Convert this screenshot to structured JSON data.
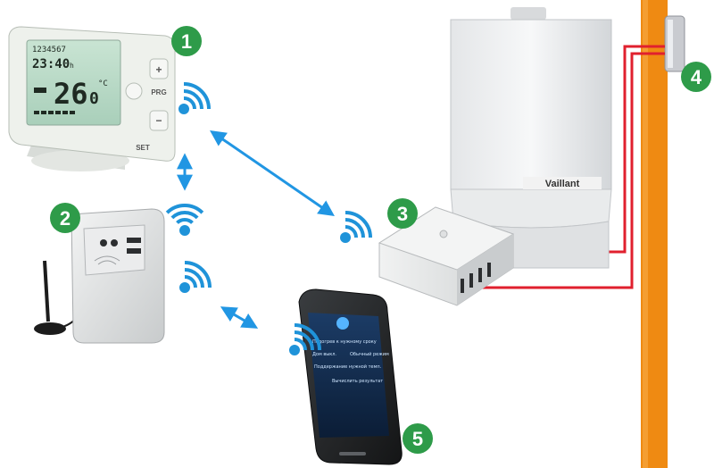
{
  "badges": [
    {
      "id": "1",
      "label": "1"
    },
    {
      "id": "2",
      "label": "2"
    },
    {
      "id": "3",
      "label": "3"
    },
    {
      "id": "4",
      "label": "4"
    },
    {
      "id": "5",
      "label": "5"
    }
  ],
  "thermostat": {
    "days": "1234567",
    "time": "23:40",
    "time_suffix": "h",
    "temperature": "26",
    "temperature_decimal": "0",
    "unit": "°C",
    "buttons": {
      "plus": "+",
      "prog": "PRG",
      "minus": "−",
      "set": "SET"
    }
  },
  "boiler": {
    "brand": "Vaillant"
  },
  "phone": {
    "menu": [
      "Подогрев к нужному сроку",
      "Дом выкл.",
      "Обычный режим",
      "Поддержание нужной темп.",
      "Вычислить результат"
    ]
  },
  "colors": {
    "badge_green": "#2e9b49",
    "wave_blue": "#1f93d9",
    "arrow_blue": "#2196e3",
    "wire_red": "#e0202e",
    "pipe_orange": "#ef8a12"
  }
}
